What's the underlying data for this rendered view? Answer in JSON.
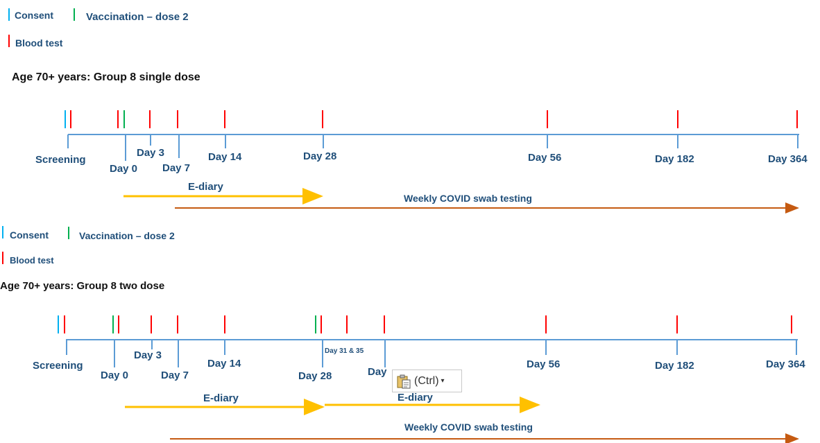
{
  "colors": {
    "consent": "#00b0f0",
    "vaccination": "#00b050",
    "blood": "#ff0000",
    "axis": "#5b9bd5",
    "ediary": "#ffc000",
    "swab": "#c55a11",
    "label": "#1f4e79"
  },
  "diagram1": {
    "legend": {
      "consent": "Consent",
      "vaccination": "Vaccination – dose 2",
      "blood": "Blood test"
    },
    "title": "Age 70+ years: Group 8 single dose",
    "days": {
      "screening": "Screening",
      "d0": "Day 0",
      "d3": "Day 3",
      "d7": "Day 7",
      "d14": "Day 14",
      "d28": "Day 28",
      "d56": "Day 56",
      "d182": "Day 182",
      "d364": "Day 364"
    },
    "ediary": "E-diary",
    "swab": "Weekly COVID swab testing"
  },
  "diagram2": {
    "legend": {
      "consent": "Consent",
      "vaccination": "Vaccination – dose 2",
      "blood": "Blood test"
    },
    "title": "Age 70+ years: Group 8 two dose",
    "days": {
      "screening": "Screening",
      "d0": "Day 0",
      "d3": "Day 3",
      "d7": "Day 7",
      "d14": "Day 14",
      "d28": "Day 28",
      "d3135": "Day 31 & 35",
      "day_partial": "Day",
      "d56": "Day 56",
      "d182": "Day 182",
      "d364": "Day 364"
    },
    "ediary1": "E-diary",
    "ediary2": "E-diary",
    "swab": "Weekly COVID swab testing"
  },
  "paste_popup": {
    "label": "(Ctrl)",
    "icon": "clipboard-icon",
    "caret": "▾"
  }
}
